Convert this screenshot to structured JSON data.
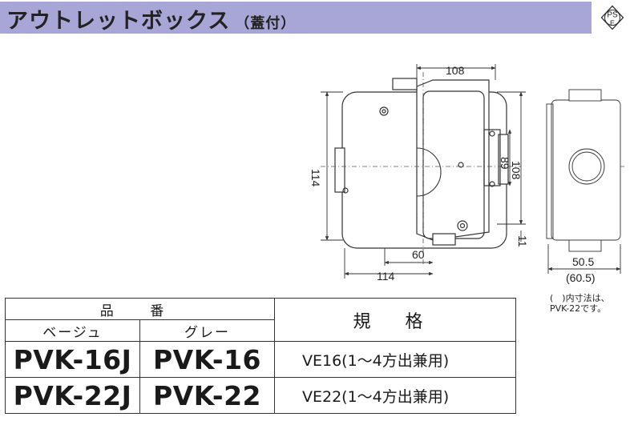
{
  "header": {
    "title": "アウトレットボックス",
    "subtitle": "（蓋付）",
    "mark_top": "PS",
    "mark_bottom": "E",
    "band_color": "#a7a6d6"
  },
  "drawing": {
    "dims": {
      "width_top": "108",
      "height_left": "114",
      "inner_89": "89",
      "height_right": "108",
      "bottom_60": "60",
      "bottom_114": "114",
      "small_11": "11",
      "side_depth": "50.5",
      "side_depth_alt": "(60.5)"
    }
  },
  "note": {
    "line1": "(　)内寸法は、",
    "line2": "PVK-22です。"
  },
  "table": {
    "header_product": "品 番",
    "header_beige": "ベージュ",
    "header_gray": "グレー",
    "header_spec": "規 格",
    "rows": [
      {
        "beige": "PVK-16J",
        "gray": "PVK-16",
        "spec": "VE16(1～4方出兼用)"
      },
      {
        "beige": "PVK-22J",
        "gray": "PVK-22",
        "spec": "VE22(1～4方出兼用)"
      }
    ]
  }
}
